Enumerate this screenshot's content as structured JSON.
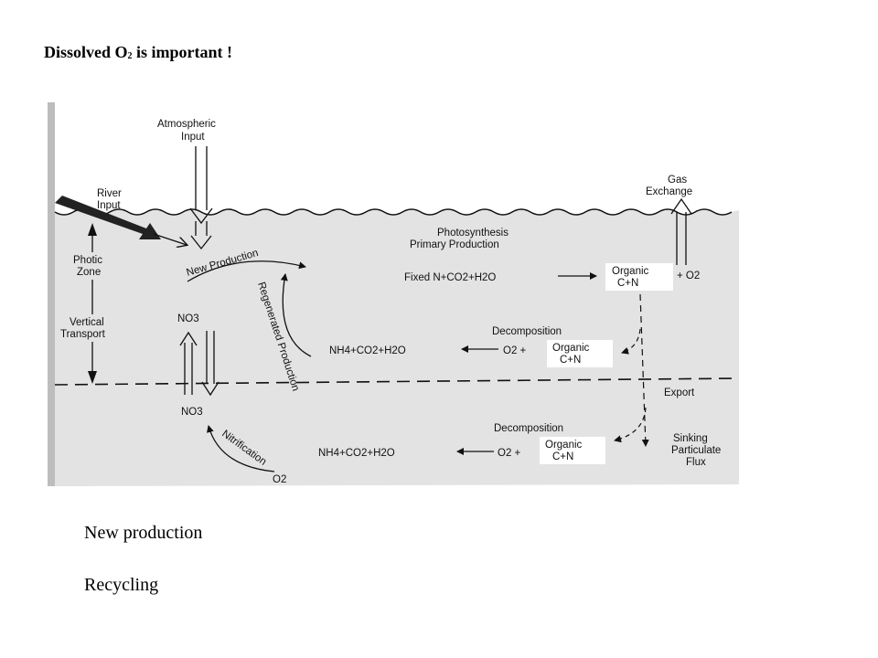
{
  "slide": {
    "title_prefix": "Dissolved O",
    "title_sub": "2",
    "title_suffix": " is important !"
  },
  "diagram": {
    "atmospheric_input": [
      "Atmospheric",
      "Input"
    ],
    "river_input": [
      "River",
      "Input"
    ],
    "gas_exchange": [
      "Gas",
      "Exchange"
    ],
    "photosynthesis": [
      "Photosynthesis",
      "Primary Production"
    ],
    "photic_zone": [
      "Photic",
      "Zone"
    ],
    "vertical_transport": [
      "Vertical",
      "Transport"
    ],
    "new_production": "New Production",
    "regenerated_production": "Regenerated Production",
    "no3_upper": "NO3",
    "no3_lower": "NO3",
    "fixed_eq": "Fixed N+CO2+H2O",
    "organic_top": [
      "Organic",
      "C+N"
    ],
    "plus_o2_top": "+ O2",
    "decomposition_upper": "Decomposition",
    "nh4_upper": "NH4+CO2+H2O",
    "o2_plus_upper": "O2 +",
    "organic_mid": [
      "Organic",
      "C+N"
    ],
    "export": "Export",
    "decomposition_lower": "Decomposition",
    "nh4_lower": "NH4+CO2+H2O",
    "o2_plus_lower": "O2 +",
    "organic_bottom": [
      "Organic",
      "C+N"
    ],
    "sinking": [
      "Sinking",
      "Particulate",
      "Flux"
    ],
    "nitrification": "Nitrification",
    "o2_bottom": "O2"
  },
  "captions": {
    "line1": "New production",
    "line2": "Recycling"
  }
}
